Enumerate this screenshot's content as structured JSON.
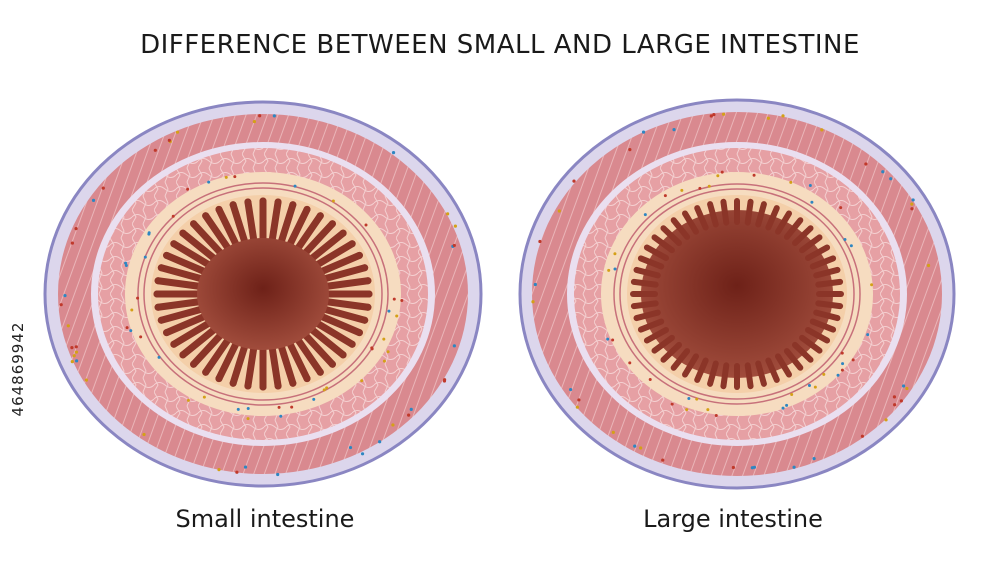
{
  "title": "DIFFERENCE BETWEEN SMALL AND LARGE INTESTINE",
  "labels": {
    "small": "Small intestine",
    "large": "Large intestine"
  },
  "stock_id": "464869942",
  "colors": {
    "serosa": "#dcd6ec",
    "serosa_outline": "#8a86c2",
    "muscle": "#d98e92",
    "muscle_stripe": "#e9b2b4",
    "submucosa": "#f6dcc0",
    "mucosa_line": "#c7707a",
    "villi": "#e8a9a1",
    "lumen_outer": "#a44a3c",
    "lumen_inner": "#7d2a20"
  },
  "structures": [
    {
      "id": "small",
      "villi_type": "long-branched"
    },
    {
      "id": "large",
      "villi_type": "short-crypts"
    }
  ]
}
